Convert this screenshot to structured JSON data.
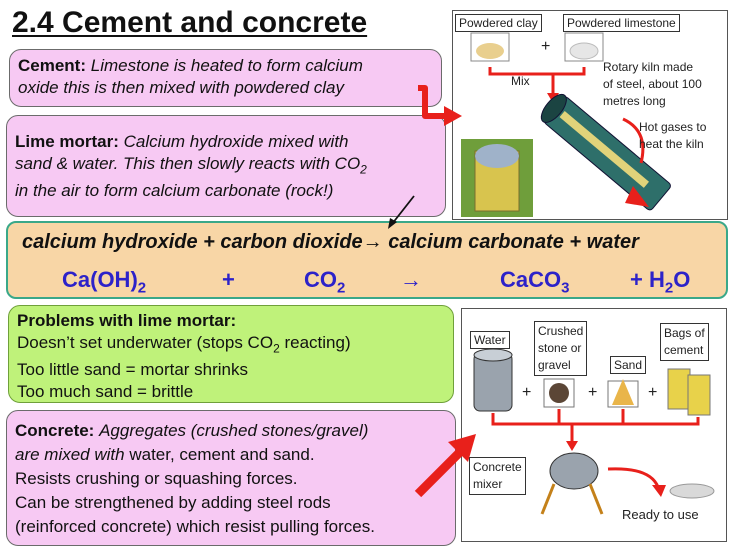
{
  "title": "2.4 Cement and concrete",
  "cement": {
    "heading": "Cement:",
    "text_line1": "Limestone is heated to form calcium",
    "text_line2": "oxide this is then mixed with powdered clay"
  },
  "lime_mortar": {
    "heading": "Lime mortar:",
    "text_line1": "Calcium hydroxide mixed with",
    "text_line2a": "sand & water. This then slowly reacts with CO",
    "sub": "2",
    "text_line3": "in the air to form calcium carbonate (rock!)"
  },
  "equation": {
    "word": "calcium hydroxide + carbon dioxide",
    "word_arrow": "→",
    "word_rest": "calcium carbonate + water",
    "t1": "Ca(OH)",
    "t1_sub": "2",
    "plus1": "+",
    "t2": "CO",
    "t2_sub": "2",
    "arrow": "→",
    "t3": "CaCO",
    "t3_sub": "3",
    "plus2": "+ H",
    "t4_sub": "2",
    "t4_rest": "O"
  },
  "problems": {
    "heading": "Problems with lime mortar:",
    "line1a": "Doesn’t set underwater (stops CO",
    "line1_sub": "2",
    "line1b": " reacting)",
    "line2": "Too little sand = mortar shrinks",
    "line3": "Too much sand = brittle"
  },
  "concrete": {
    "heading": "Concrete:",
    "line1": "Aggregates (crushed stones/gravel)",
    "line2a": "are mixed with",
    "line2b": " water, cement and sand.",
    "line3": "Resists crushing or squashing forces.",
    "line4": "Can be strengthened by adding steel rods",
    "line5": "(reinforced concrete) which resist pulling forces."
  },
  "kiln_diagram": {
    "clay_label": "Powdered clay",
    "limestone_label": "Powdered limestone",
    "plus": "+",
    "mix_label": "Mix",
    "kiln_line1": "Rotary kiln made",
    "kiln_line2": "of steel, about 100",
    "kiln_line3": "metres long",
    "gas_line1": "Hot gases to",
    "gas_line2": "heat the kiln"
  },
  "concrete_diagram": {
    "water_label": "Water",
    "stone_line1": "Crushed",
    "stone_line2": "stone or",
    "stone_line3": "gravel",
    "sand_label": "Sand",
    "cement_line1": "Bags of",
    "cement_line2": "cement",
    "plus": "+",
    "mixer_line1": "Concrete",
    "mixer_line2": "mixer",
    "ready_label": "Ready to use"
  },
  "colors": {
    "pink_box": "#f7c9f3",
    "green_box": "#bff27a",
    "equation_band": "#f8d6a6",
    "equation_symbols": "#2d22c9",
    "red_arrow": "#e8201b"
  }
}
